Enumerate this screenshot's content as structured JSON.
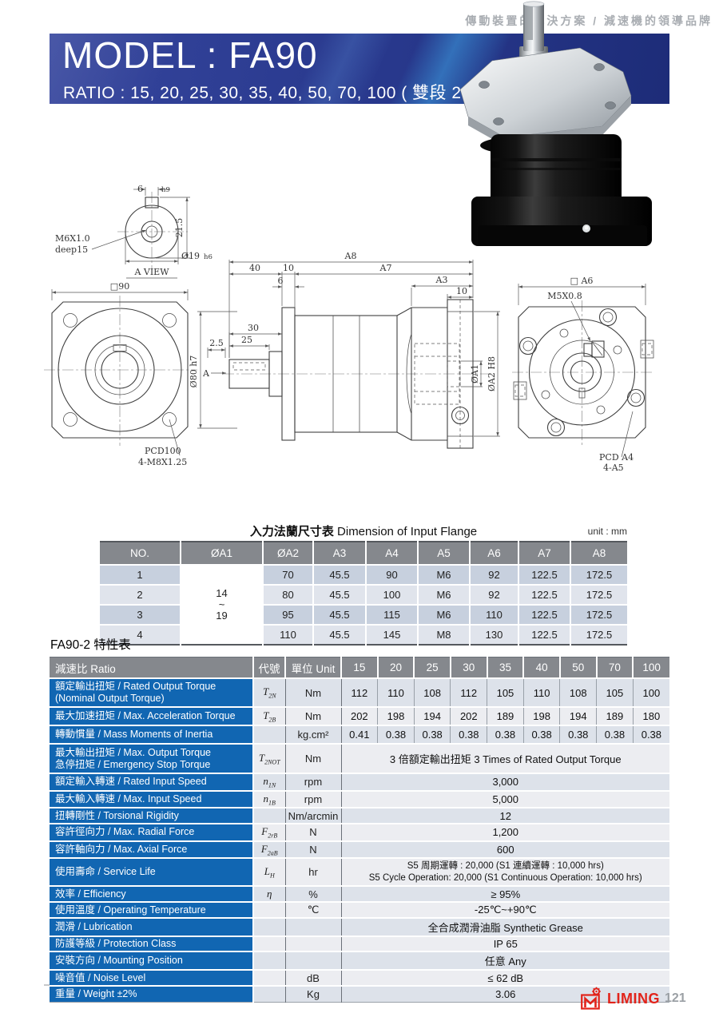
{
  "tagline": "傳動裝置的解決方案 / 減速機的領導品牌",
  "header": {
    "model": "MODEL : FA90",
    "ratio": "RATIO : 15, 20, 25, 30, 35, 40, 50, 70, 100 ( 雙段 2-Stage)"
  },
  "drawing": {
    "a_view": {
      "width": "6",
      "width_tol": "h9",
      "height": "21.5",
      "thread": "M6X1.0",
      "thread_depth": "deep15",
      "shaft_dia": "Ø19",
      "shaft_tol": "h6",
      "label": "A VIEW"
    },
    "front_view": {
      "square": "□90",
      "pilot_dia": "Ø80  h7",
      "step": "2.5",
      "section": "A",
      "pcd": "PCD100",
      "bolts": "4-M8X1.25"
    },
    "side_view": {
      "a8": "A8",
      "d40": "40",
      "d10_flange": "10",
      "a7": "A7",
      "d6": "6",
      "a3": "A3",
      "d10_input": "10",
      "d30": "30",
      "d25": "25",
      "da1": "ØA1",
      "da2": "ØA2 H8"
    },
    "rear_view": {
      "square": "□ A6",
      "thread": "M5X0.8",
      "pcd": "PCD A4",
      "bolts": "4-A5"
    }
  },
  "flange_table": {
    "title_zh": "入力法蘭尺寸表",
    "title_en": " Dimension of Input Flange",
    "unit": "unit : mm",
    "headers": [
      "NO.",
      "ØA1",
      "ØA2",
      "A3",
      "A4",
      "A5",
      "A6",
      "A7",
      "A8"
    ],
    "a1_range": "14\n~\n19",
    "rows": [
      [
        "1",
        "70",
        "45.5",
        "90",
        "M6",
        "92",
        "122.5",
        "172.5"
      ],
      [
        "2",
        "80",
        "45.5",
        "100",
        "M6",
        "92",
        "122.5",
        "172.5"
      ],
      [
        "3",
        "95",
        "45.5",
        "115",
        "M6",
        "110",
        "122.5",
        "172.5"
      ],
      [
        "4",
        "110",
        "45.5",
        "145",
        "M8",
        "130",
        "122.5",
        "172.5"
      ]
    ]
  },
  "spec_table": {
    "title": "FA90-2 特性表",
    "header": {
      "label": "減速比 Ratio",
      "symbol": "代號",
      "unit": "單位 Unit",
      "ratios": [
        "15",
        "20",
        "25",
        "30",
        "35",
        "40",
        "50",
        "70",
        "100"
      ]
    },
    "rows": [
      {
        "label": "額定輸出扭矩 / Rated Output Torque\n(Nominal Output Torque)",
        "sym": "T",
        "sub": "2N",
        "unit": "Nm",
        "values": [
          "112",
          "110",
          "108",
          "112",
          "105",
          "110",
          "108",
          "105",
          "100"
        ]
      },
      {
        "label": "最大加速扭矩 / Max. Acceleration Torque",
        "sym": "T",
        "sub": "2B",
        "unit": "Nm",
        "values": [
          "202",
          "198",
          "194",
          "202",
          "189",
          "198",
          "194",
          "189",
          "180"
        ]
      },
      {
        "label": "轉動慣量 / Mass Moments of Inertia",
        "sym": "",
        "sub": "",
        "unit": "kg.cm²",
        "values": [
          "0.41",
          "0.38",
          "0.38",
          "0.38",
          "0.38",
          "0.38",
          "0.38",
          "0.38",
          "0.38"
        ]
      },
      {
        "label": "最大輸出扭矩 / Max. Output Torque\n急停扭矩 / Emergency Stop Torque",
        "sym": "T",
        "sub": "2NOT",
        "unit": "Nm",
        "merged": "3 倍額定輸出扭矩 3 Times of Rated Output Torque"
      },
      {
        "label": "額定輸入轉速 / Rated Input Speed",
        "sym": "n",
        "sub": "1N",
        "unit": "rpm",
        "merged": "3,000"
      },
      {
        "label": "最大輸入轉速 / Max. Input Speed",
        "sym": "n",
        "sub": "1B",
        "unit": "rpm",
        "merged": "5,000"
      },
      {
        "label": "扭轉剛性 / Torsional Rigidity",
        "sym": "",
        "sub": "",
        "unit": "Nm/arcmin",
        "merged": "12"
      },
      {
        "label": "容許徑向力 / Max. Radial Force",
        "sym": "F",
        "sub": "2rB",
        "unit": "N",
        "merged": "1,200"
      },
      {
        "label": "容許軸向力 / Max. Axial Force",
        "sym": "F",
        "sub": "2aB",
        "unit": "N",
        "merged": "600"
      },
      {
        "label": "使用壽命 / Service Life",
        "sym": "L",
        "sub": "H",
        "unit": "hr",
        "merged": "S5 周期運轉 : 20,000 (S1 連續運轉 : 10,000 hrs)\nS5 Cycle Operation: 20,000 (S1 Continuous Operation: 10,000 hrs)"
      },
      {
        "label": "效率 / Efficiency",
        "sym": "η",
        "sub": "",
        "unit": "%",
        "merged": "≥ 95%"
      },
      {
        "label": "使用溫度 / Operating Temperature",
        "sym": "",
        "sub": "",
        "unit": "℃",
        "merged": "-25℃~+90℃"
      },
      {
        "label": "潤滑 / Lubrication",
        "sym": "",
        "sub": "",
        "unit": "",
        "merged": "全合成潤滑油脂 Synthetic Grease"
      },
      {
        "label": "防護等級 / Protection Class",
        "sym": "",
        "sub": "",
        "unit": "",
        "merged": "IP 65"
      },
      {
        "label": "安裝方向 / Mounting Position",
        "sym": "",
        "sub": "",
        "unit": "",
        "merged": "任意 Any"
      },
      {
        "label": "噪音值 / Noise Level",
        "sym": "",
        "sub": "",
        "unit": "dB",
        "merged": "≤ 62 dB"
      },
      {
        "label": "重量 / Weight ±2%",
        "sym": "",
        "sub": "",
        "unit": "Kg",
        "merged": "3.06"
      }
    ]
  },
  "footer": {
    "brand": "LIMING",
    "page": "121"
  },
  "colors": {
    "banner_blue": "#28388c",
    "label_blue": "#1166b2",
    "header_gray": "#85888d",
    "logo_red": "#e2231a",
    "row_dark": "#dde2ea",
    "row_light": "#ecedf1"
  }
}
